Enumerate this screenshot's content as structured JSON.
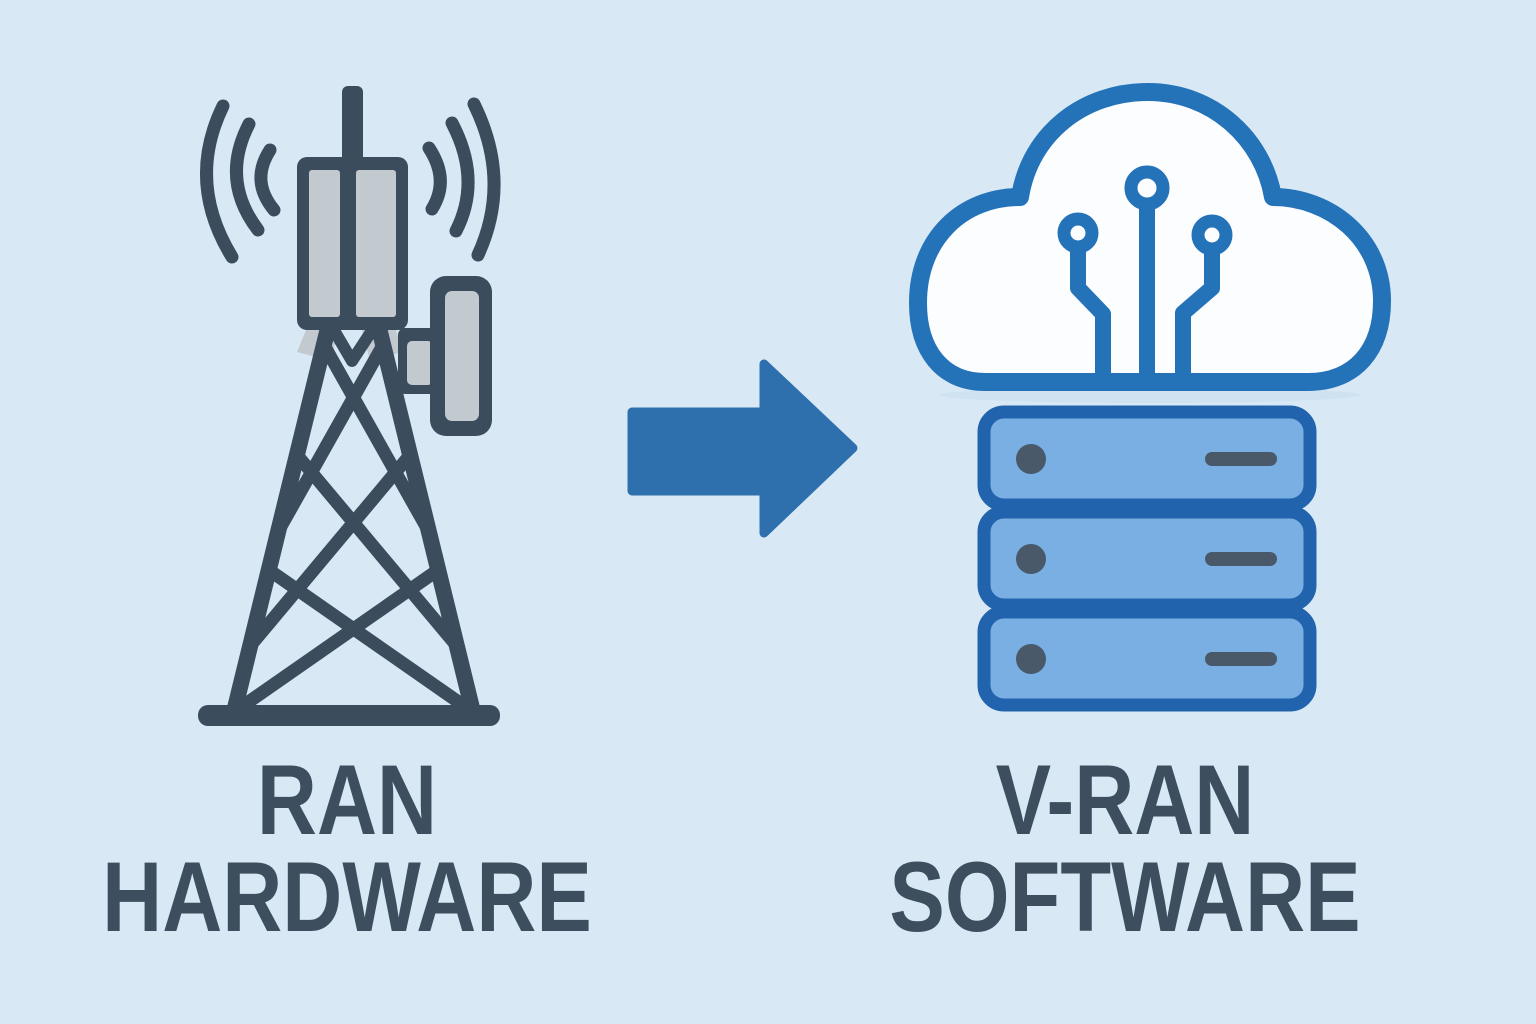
{
  "diagram": {
    "left_item": {
      "icon": "cell-tower-icon",
      "caption_line1": "RAN",
      "caption_line2": "HARDWARE"
    },
    "connector": {
      "icon": "arrow-right-icon",
      "direction": "right"
    },
    "right_item": {
      "icon_top": "cloud-circuit-icon",
      "icon_bottom": "server-stack-icon",
      "caption_line1": "V-RAN",
      "caption_line2": "SOFTWARE"
    },
    "colors": {
      "background": "#d8e9f5",
      "ink": "#3b4c5d",
      "ink_soft": "#49596a",
      "panel_gray": "#c3cacf",
      "arrow_blue": "#2e6fad",
      "cloud_stroke": "#2472b8",
      "cloud_fill": "#fbfdff",
      "server_fill": "#79afe2",
      "server_border": "#2263ad",
      "text": "#3d4e5f"
    }
  }
}
